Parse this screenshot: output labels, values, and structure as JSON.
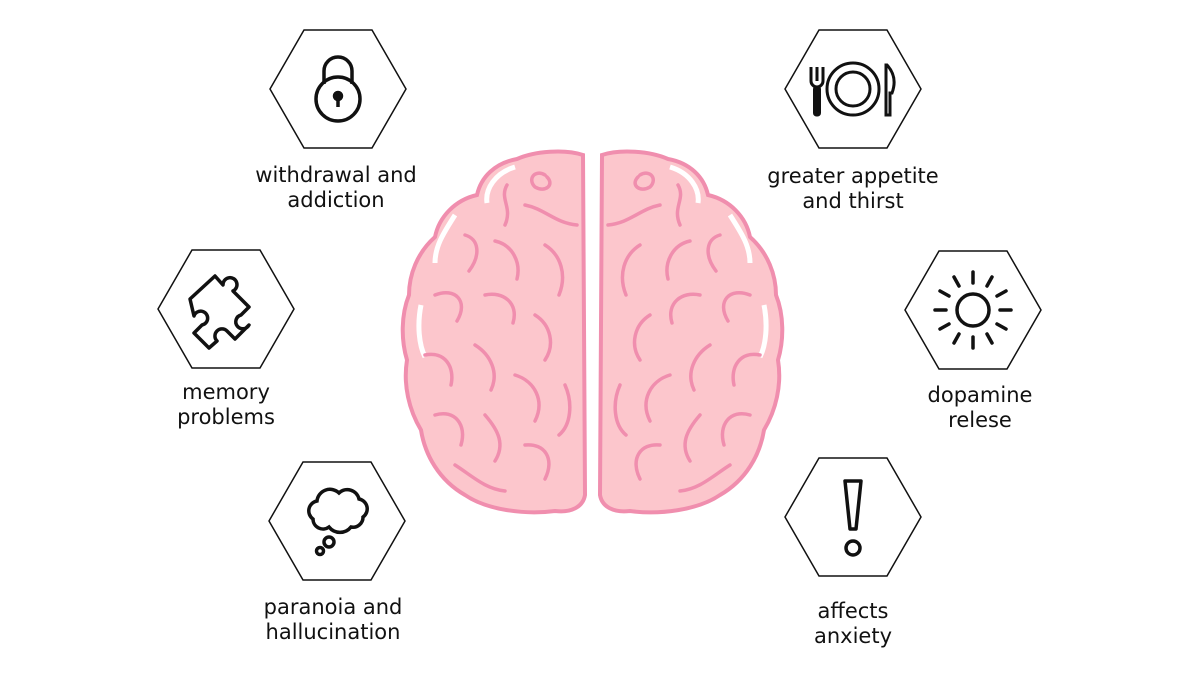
{
  "colors": {
    "brain_fill": "#fcc6cc",
    "brain_stroke": "#f08eae",
    "icon": "#111111"
  },
  "items": [
    {
      "icon": "lock-icon",
      "label_lines": [
        "withdrawal and",
        "addiction"
      ]
    },
    {
      "icon": "puzzle-icon",
      "label_lines": [
        "memory",
        "problems"
      ]
    },
    {
      "icon": "thought-bubble-icon",
      "label_lines": [
        "paranoia and",
        "hallucination"
      ]
    },
    {
      "icon": "fork-plate-knife-icon",
      "label_lines": [
        "greater appetite",
        "and thirst"
      ]
    },
    {
      "icon": "sun-icon",
      "label_lines": [
        "dopamine",
        "relese"
      ]
    },
    {
      "icon": "exclamation-icon",
      "label_lines": [
        "affects",
        "anxiety"
      ]
    }
  ]
}
